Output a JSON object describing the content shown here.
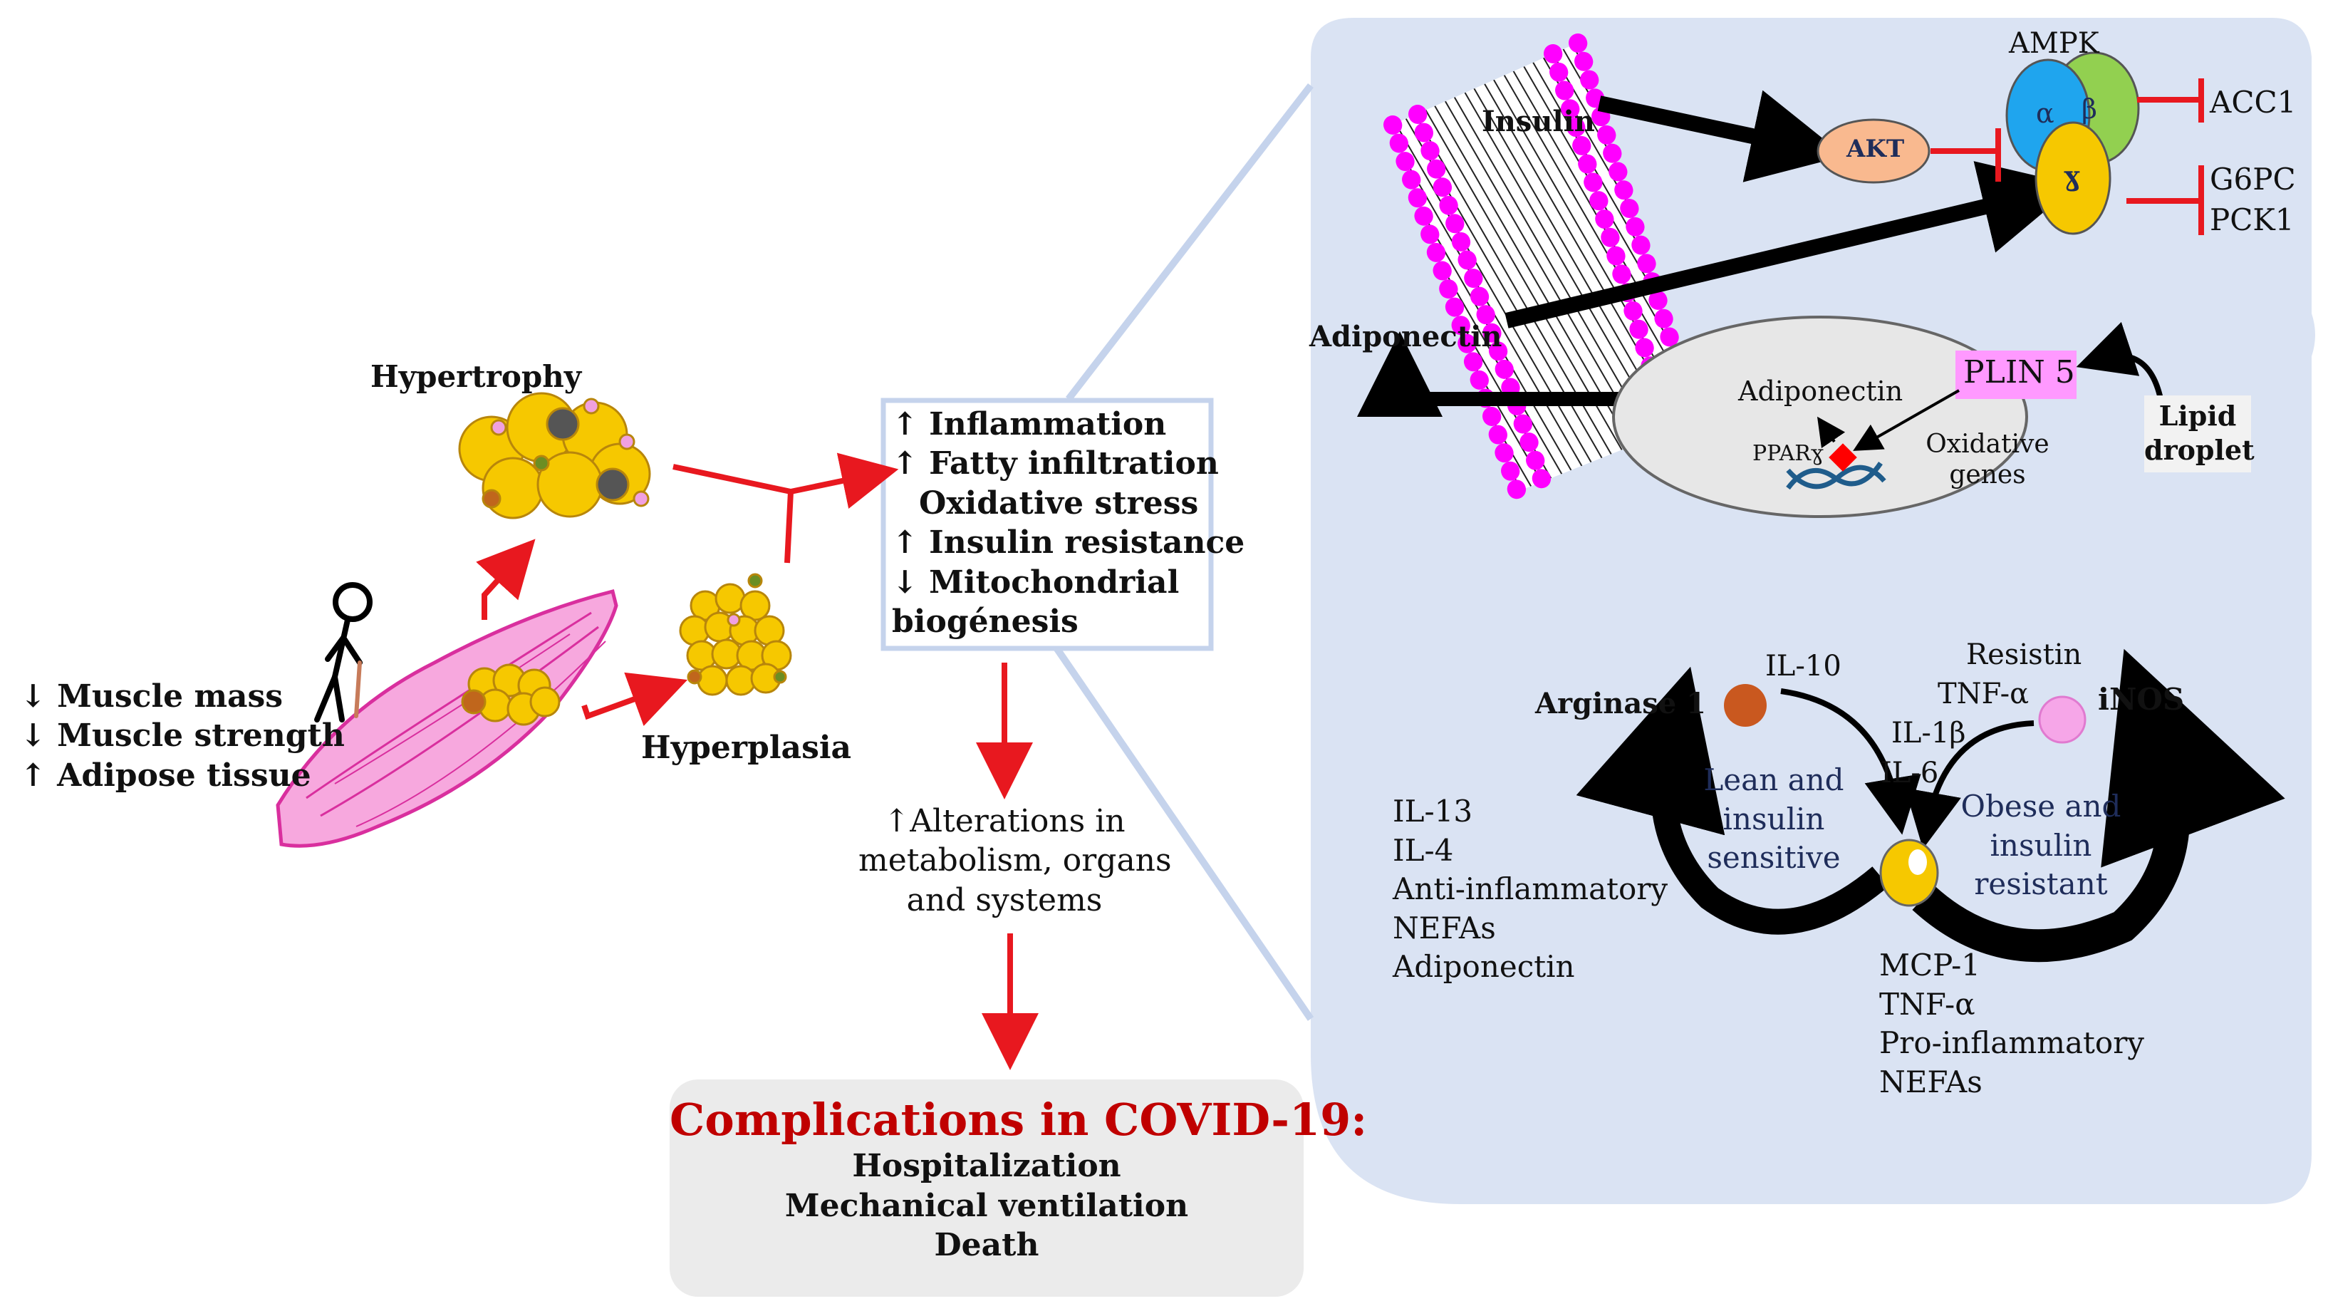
{
  "left": {
    "muscle_lines": [
      "↓ Muscle mass",
      "↓ Muscle strength",
      "↑ Adipose tissue"
    ],
    "hypertrophy": "Hypertrophy",
    "hyperplasia": "Hyperplasia"
  },
  "effects": [
    "↑ Inflammation",
    "↑ Fatty infiltration",
    "Oxidative stress",
    "↑ Insulin resistance",
    "↓ Mitochondrial",
    "biogénesis"
  ],
  "alterations": [
    "↑Alterations in",
    "metabolism, organs",
    "and systems"
  ],
  "complications": {
    "title": "Complications  in COVID-19:",
    "items": [
      "Hospitalization",
      "Mechanical ventilation",
      "Death"
    ]
  },
  "signaling": {
    "insulin": "Insulin",
    "akt": "AKT",
    "ampk": "AMPK",
    "alpha": "α",
    "beta": "β",
    "gamma": "ɣ",
    "acc1": "ACC1",
    "g6pc": "G6PC",
    "pck1": "PCK1",
    "adiponectin_out": "Adiponectin",
    "adiponectin_in": "Adiponectin",
    "plin5": "PLIN 5",
    "ppar": "PPARɣ",
    "oxidative_genes": [
      "Oxidative",
      "genes"
    ],
    "lipid_droplet": [
      "Lipid",
      "droplet"
    ]
  },
  "macrophage": {
    "arginase": "Arginase 1",
    "inos": "iNOS",
    "il10": "IL-10",
    "resistin_group": [
      "Resistin",
      "TNF-α",
      "IL-1β",
      "IL-6"
    ],
    "lean": [
      "Lean and",
      "insulin",
      "sensitive"
    ],
    "obese": [
      "Obese and",
      "insulin",
      "resistant"
    ],
    "anti_list": [
      "IL-13",
      "IL-4",
      "Anti-inflammatory",
      "NEFAs",
      "Adiponectin"
    ],
    "pro_list": [
      "MCP-1",
      "TNF-α",
      "Pro-inflammatory",
      "NEFAs"
    ]
  },
  "colors": {
    "panel": "#dae3f3",
    "inhibit": "#e8181f",
    "membrane": "#ff00ff",
    "plin": "#ff99ff",
    "complication_title": "#c00000"
  }
}
